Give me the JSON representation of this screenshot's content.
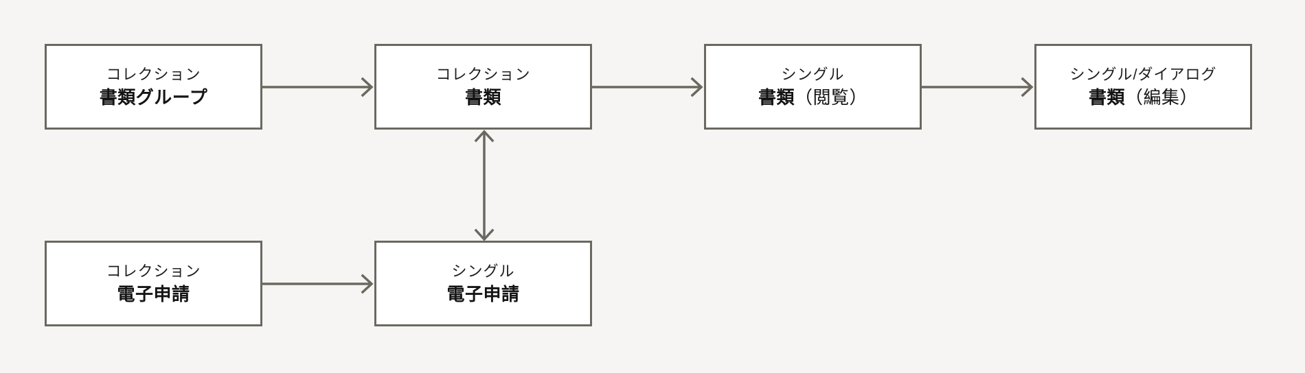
{
  "diagram": {
    "title": "",
    "background_color": "#f6f5f3",
    "border_color": "#6b6860",
    "text_color": "#141414",
    "nodes": [
      {
        "id": "doc-group",
        "type_label": "コレクション",
        "name_label": "書類グループ",
        "row": 1,
        "column": 1
      },
      {
        "id": "doc-collection",
        "type_label": "コレクション",
        "name_label": "書類",
        "row": 1,
        "column": 2
      },
      {
        "id": "doc-view",
        "type_label": "シングル",
        "name_label": "書類（閲覧）",
        "name_main": "書類",
        "name_paren": "（閲覧）",
        "row": 1,
        "column": 3
      },
      {
        "id": "doc-edit",
        "type_label": "シングル/ダイアログ",
        "name_label": "書類（編集）",
        "name_main": "書類",
        "name_paren": "（編集）",
        "row": 1,
        "column": 4
      },
      {
        "id": "eapp-collection",
        "type_label": "コレクション",
        "name_label": "電子申請",
        "row": 2,
        "column": 1
      },
      {
        "id": "eapp-single",
        "type_label": "シングル",
        "name_label": "電子申請",
        "row": 2,
        "column": 2
      }
    ],
    "edges": [
      {
        "id": "e1",
        "from": "doc-group",
        "to": "doc-collection",
        "direction": "right",
        "label": ""
      },
      {
        "id": "e2",
        "from": "doc-collection",
        "to": "doc-view",
        "direction": "right",
        "label": ""
      },
      {
        "id": "e3",
        "from": "doc-view",
        "to": "doc-edit",
        "direction": "right",
        "label": ""
      },
      {
        "id": "e4",
        "from": "eapp-collection",
        "to": "eapp-single",
        "direction": "right",
        "label": ""
      },
      {
        "id": "e5",
        "from": "eapp-single",
        "to": "doc-collection",
        "direction": "both",
        "label": ""
      }
    ]
  }
}
